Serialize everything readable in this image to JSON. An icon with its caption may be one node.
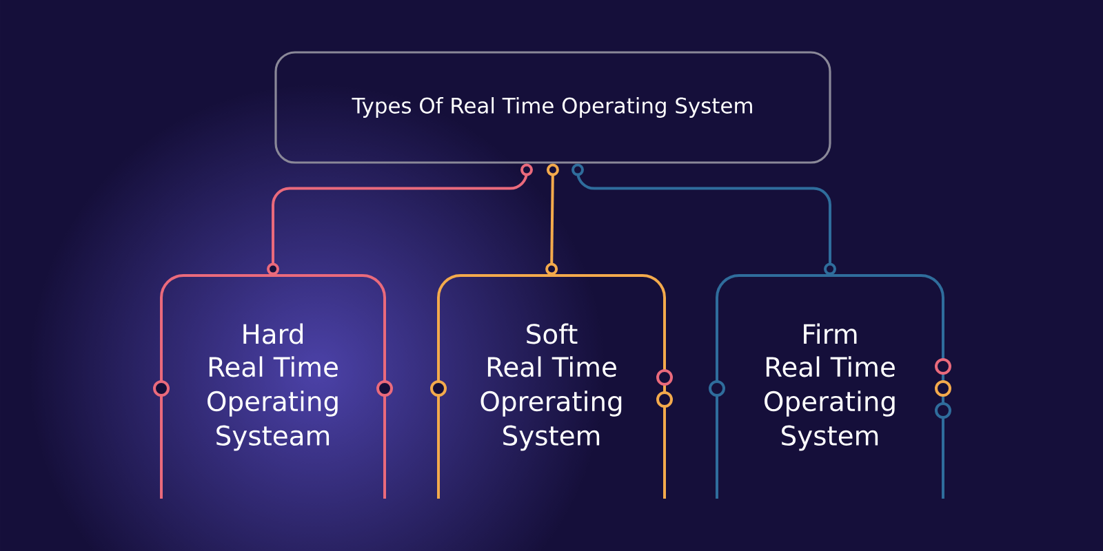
{
  "diagram": {
    "nodes": [
      {
        "text": [
          "Types Of Real Time Operating System"
        ]
      },
      {
        "text": [
          "Hard",
          "Real Time Operating Systeam"
        ]
      },
      {
        "text": [
          "Soft",
          "Real Time Oprerating System"
        ]
      },
      {
        "text": [
          "Firm",
          "Real Time Operating System"
        ]
      }
    ],
    "edges": [
      {
        "from": 0,
        "to": 1,
        "arrow": "other",
        "color": "#ea6a7c"
      },
      {
        "from": 0,
        "to": 2,
        "arrow": "other",
        "color": "#f3aa4c"
      },
      {
        "from": 0,
        "to": 3,
        "arrow": "other",
        "color": "#2f6d9c"
      }
    ]
  }
}
